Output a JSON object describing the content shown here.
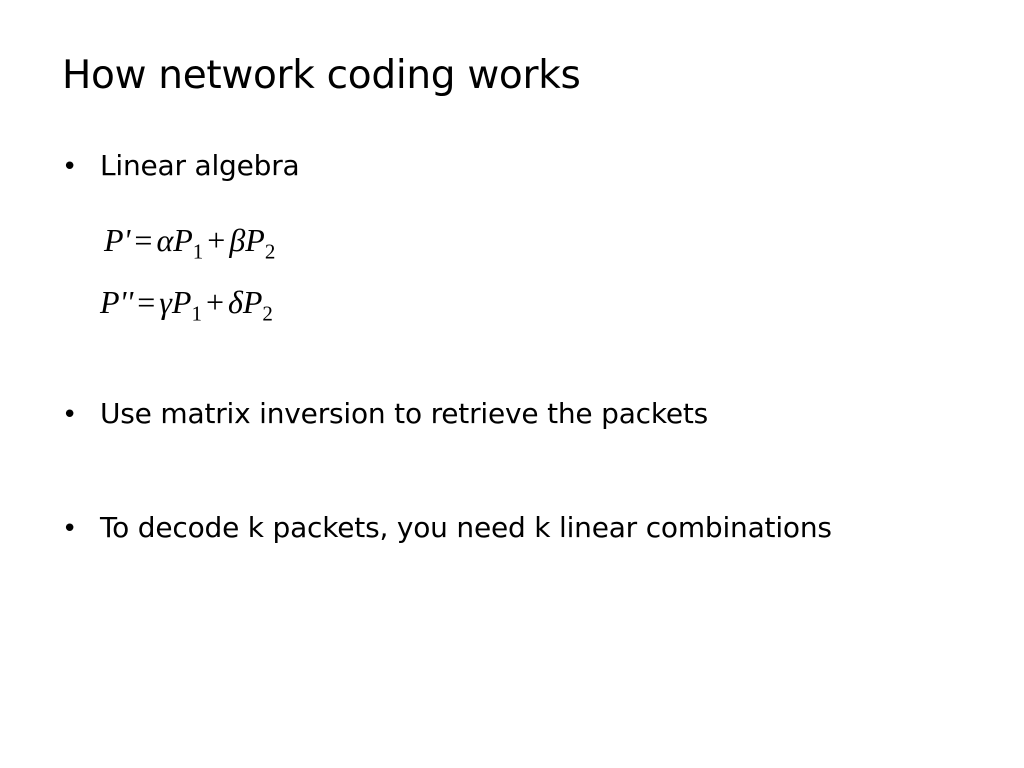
{
  "slide": {
    "title": "How network coding works",
    "bullet_glyph": "•",
    "bullets": [
      {
        "text": "Linear algebra"
      },
      {
        "text": "Use matrix inversion to retrieve the packets"
      },
      {
        "text": "To decode k packets, you need k linear combinations"
      }
    ],
    "equations": [
      {
        "lhs": "P'",
        "eq": "=",
        "coef1": "α",
        "var1": "P",
        "sub1": "1",
        "plus": "+",
        "coef2": "β",
        "var2": "P",
        "sub2": "2"
      },
      {
        "lhs": "P''",
        "eq": "=",
        "coef1": "γ",
        "var1": "P",
        "sub1": "1",
        "plus": "+",
        "coef2": "δ",
        "var2": "P",
        "sub2": "2"
      }
    ]
  }
}
